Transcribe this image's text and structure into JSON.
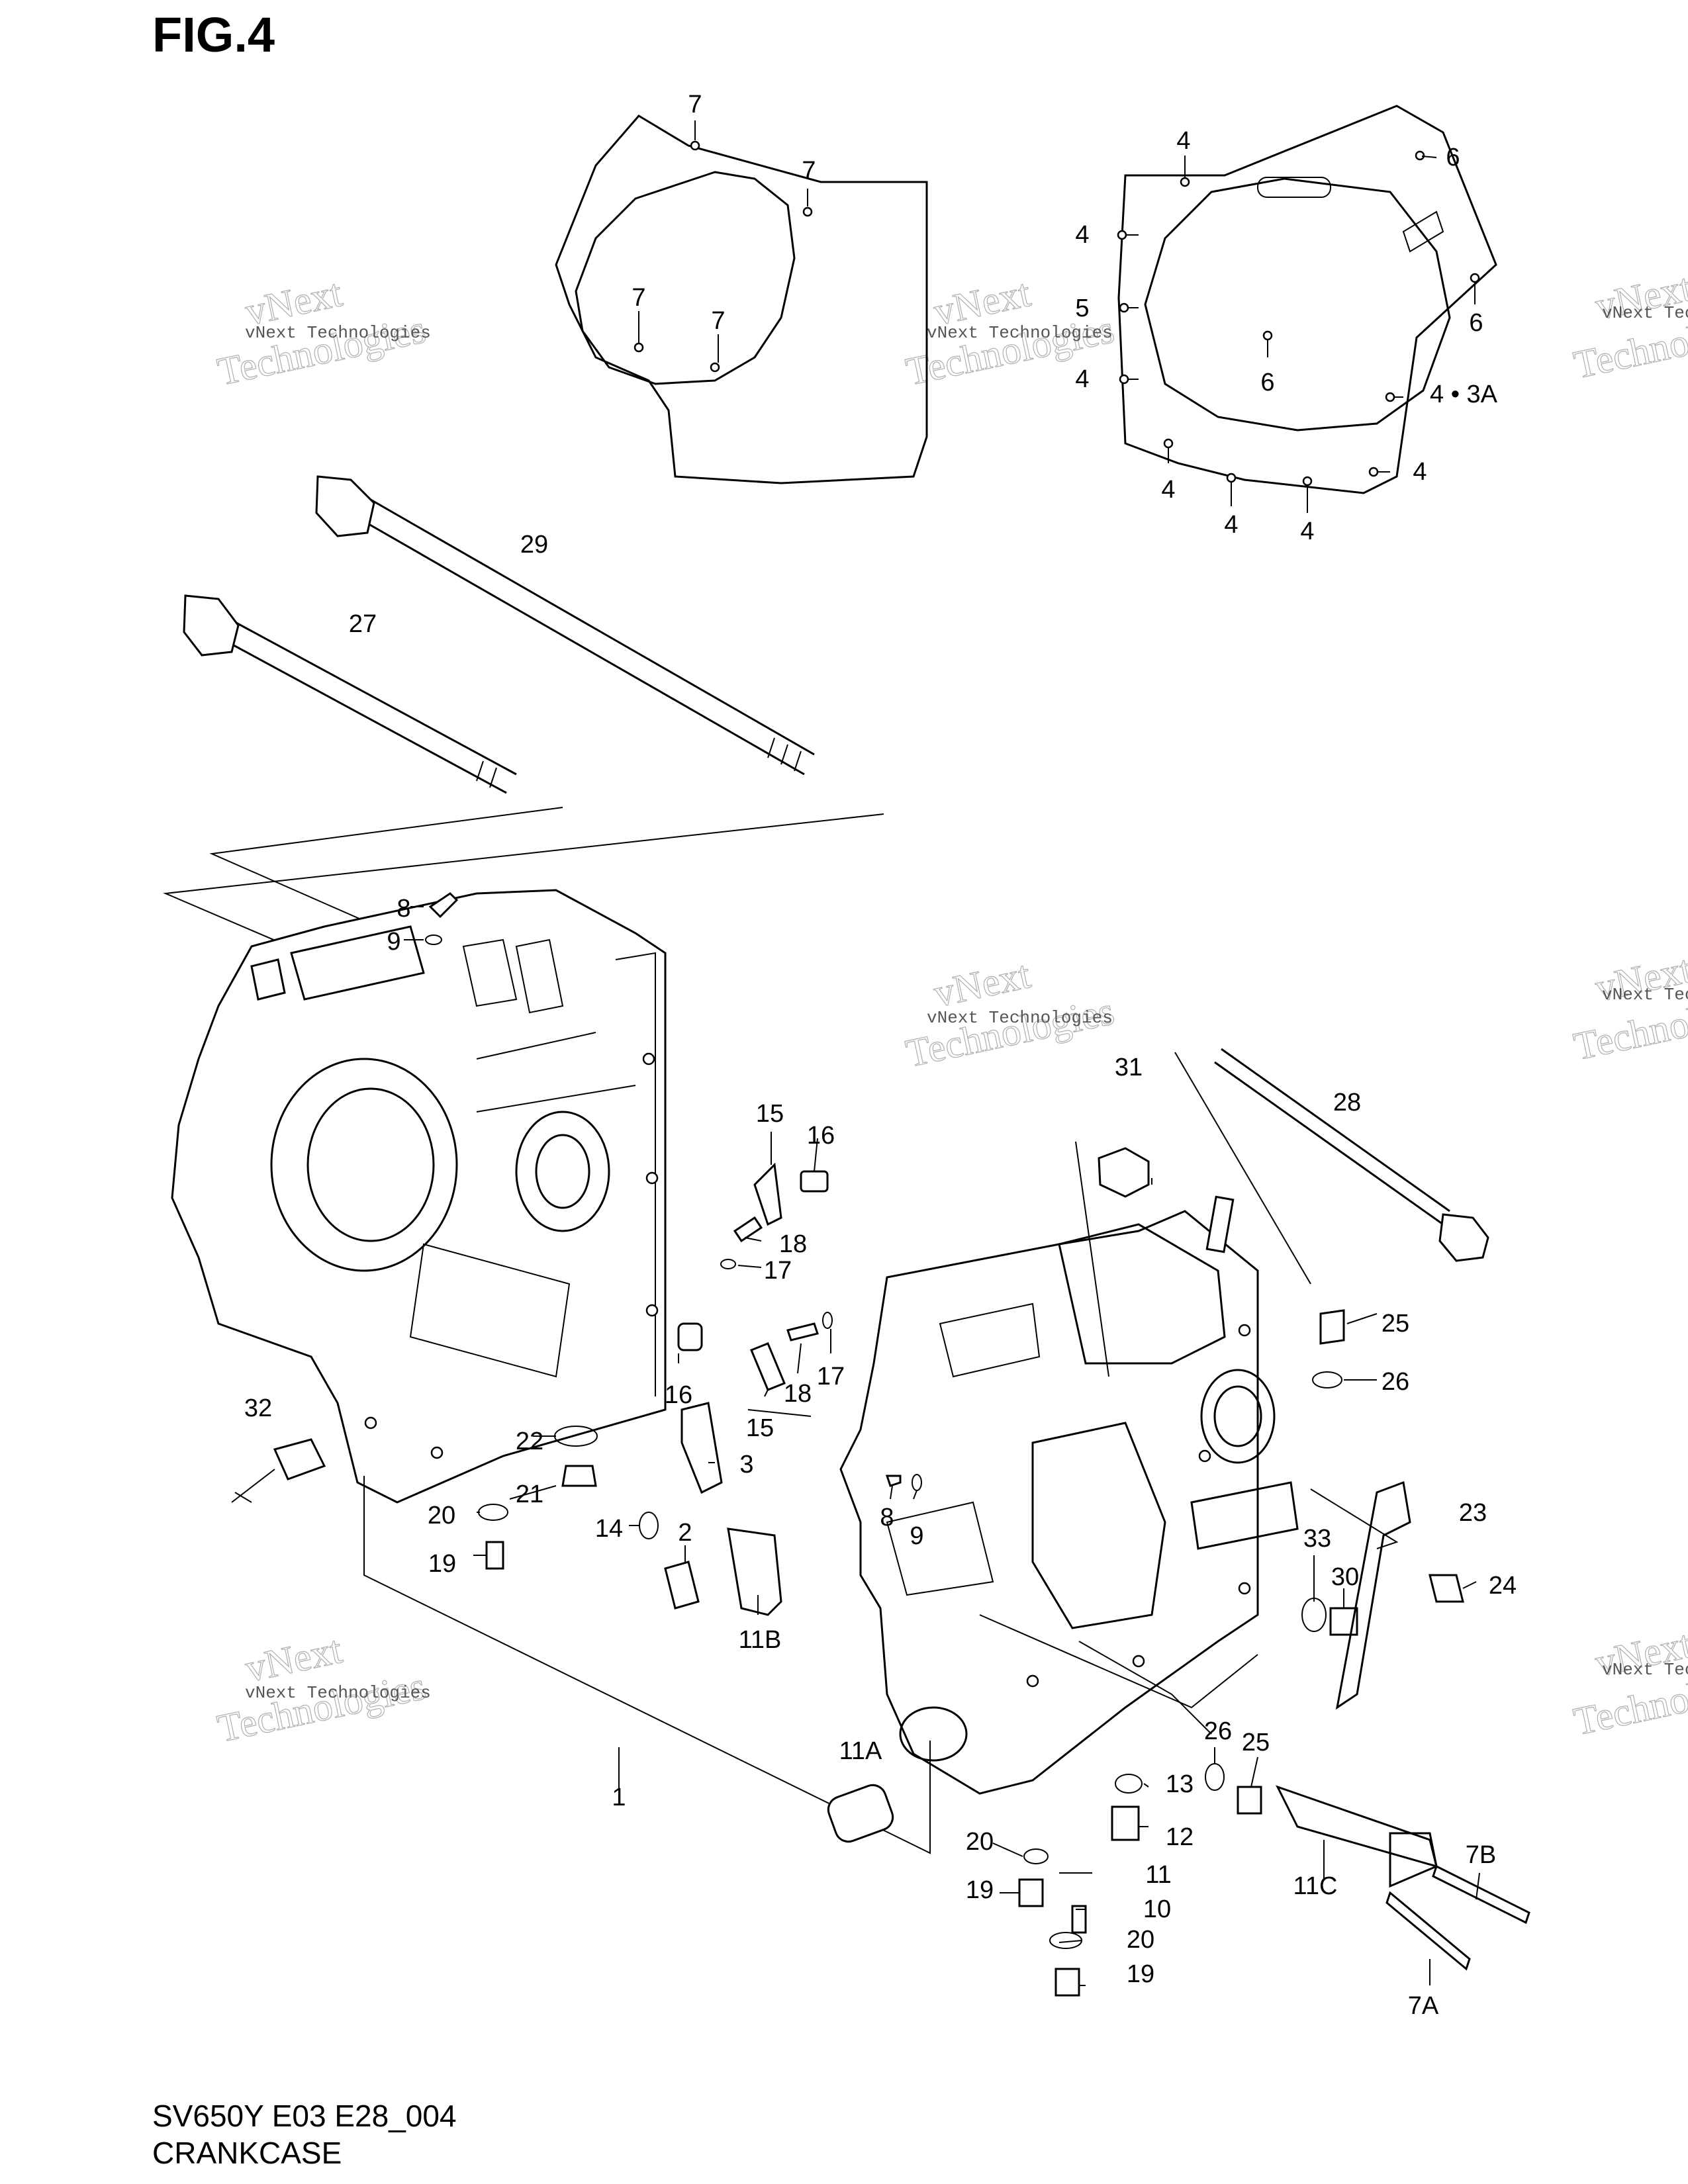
{
  "figure_title": "FIG.4",
  "footer": {
    "code": "SV650Y E03 E28_004",
    "name": "CRANKCASE"
  },
  "watermark": {
    "line1": "vNext",
    "line2": "Technologies",
    "caption": "vNext Technologies"
  },
  "callouts": [
    "7",
    "7",
    "7",
    "7",
    "4",
    "6",
    "4",
    "5",
    "6",
    "4",
    "6",
    "4 • 3A",
    "4",
    "4",
    "4",
    "4",
    "29",
    "27",
    "8",
    "9",
    "15",
    "16",
    "18",
    "17",
    "16",
    "18",
    "17",
    "15",
    "31",
    "28",
    "25",
    "26",
    "32",
    "22",
    "3",
    "21",
    "20",
    "14",
    "2",
    "19",
    "11B",
    "8",
    "9",
    "23",
    "33",
    "30",
    "24",
    "1",
    "26",
    "25",
    "11A",
    "13",
    "12",
    "20",
    "11",
    "19",
    "10",
    "20",
    "19",
    "7B",
    "11C",
    "7A"
  ]
}
